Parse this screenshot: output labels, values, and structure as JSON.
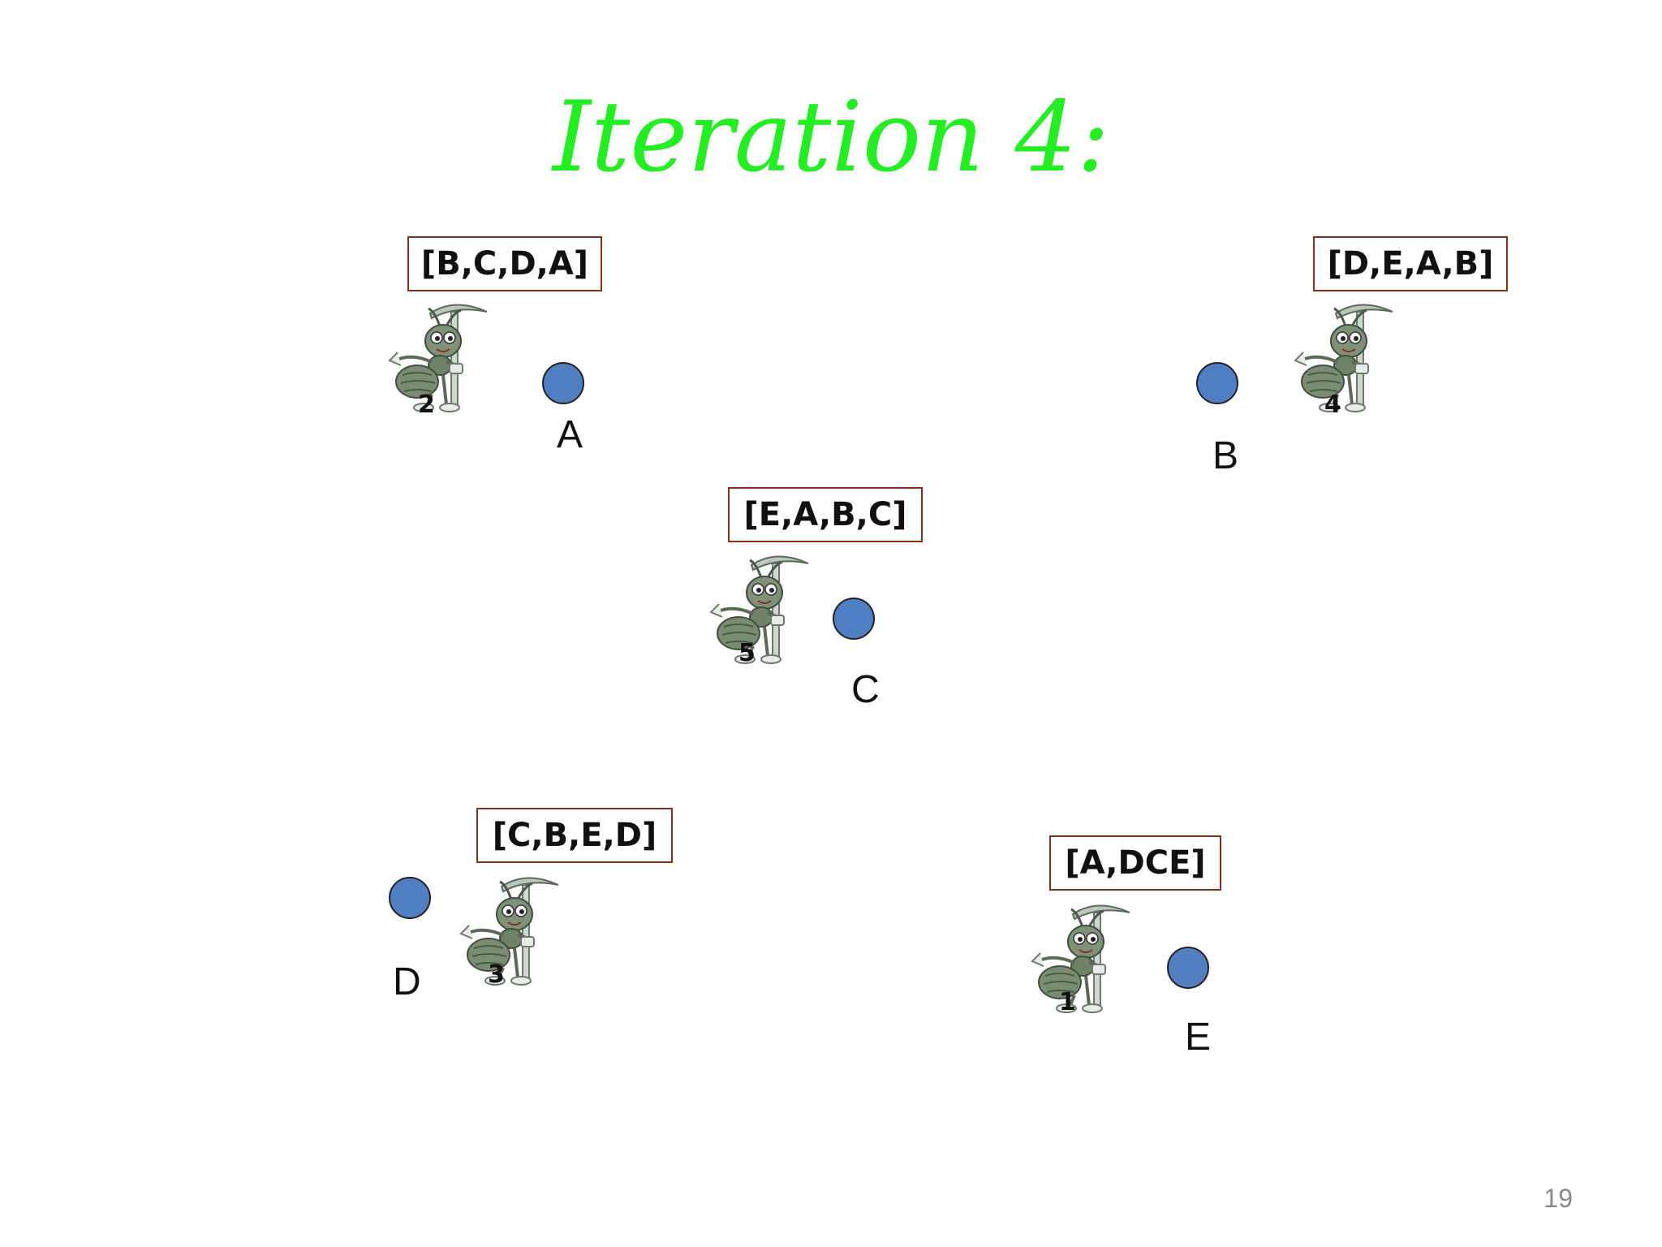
{
  "title": "Iteration 4:",
  "nodes": {
    "a": "A",
    "b": "B",
    "c": "C",
    "d": "D",
    "e": "E"
  },
  "ants": {
    "ant2": {
      "number": "2",
      "tour": "[B,C,D,A]"
    },
    "ant4": {
      "number": "4",
      "tour": "[D,E,A,B]"
    },
    "ant5": {
      "number": "5",
      "tour": "[E,A,B,C]"
    },
    "ant3": {
      "number": "3",
      "tour": "[C,B,E,D]"
    },
    "ant1": {
      "number": "1",
      "tour": "[A,DCE]"
    }
  },
  "colors": {
    "title": "#22ee22",
    "node_fill": "#4f7fc2",
    "box_border": "#8b2e16"
  },
  "icon": "ant-icon",
  "page_number": "19"
}
